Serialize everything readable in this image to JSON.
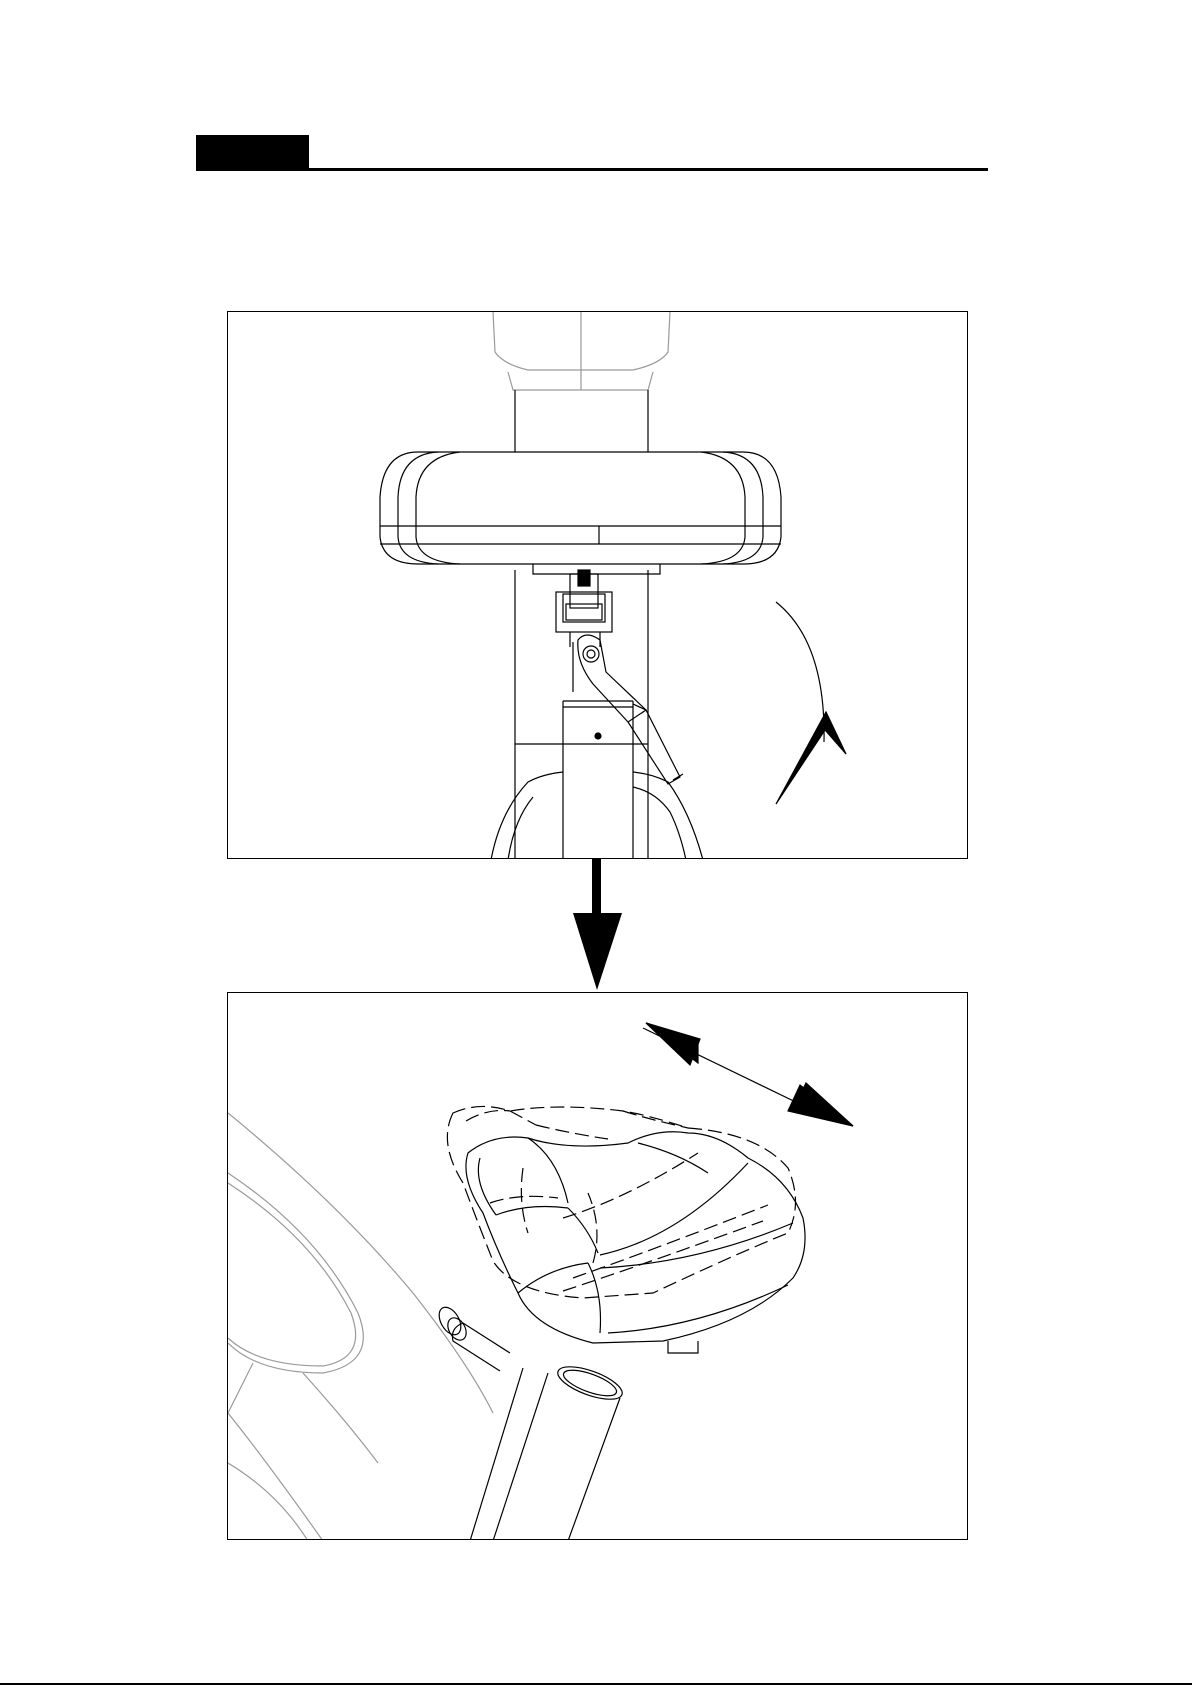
{
  "figures": [
    {
      "id": "lever-release",
      "depicts": "seat-adjustment-lever",
      "motion": "rotate-down"
    },
    {
      "id": "slide-seat",
      "depicts": "seat-fore-aft-adjustment",
      "motion": "slide-forward-back"
    }
  ],
  "colors": {
    "ink": "#000000",
    "faint": "#9a9a9a",
    "paper": "#ffffff"
  },
  "icons": {
    "header": "section-header-bar",
    "curved_arrow": "curved-arrow-icon",
    "down_arrow": "arrow-down-icon",
    "double_arrow": "double-arrow-icon"
  }
}
